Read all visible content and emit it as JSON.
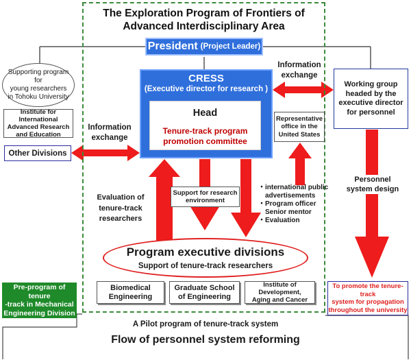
{
  "title_line1": "The Exploration Program of Frontiers of",
  "title_line2": "Advanced Interdisciplinary Area",
  "president": {
    "label": "President",
    "role": "(Project Leader)"
  },
  "cress": {
    "title": "CRESS",
    "subtitle": "(Executive director for research )"
  },
  "head": {
    "title": "Head",
    "committee_line1": "Tenure-track program",
    "committee_line2": "promotion committee"
  },
  "supporting_program": {
    "line1": "Supporting program for",
    "line2": "young researchers",
    "line3": "in Tohoku University"
  },
  "institute_ia": {
    "line1": "Institute for International",
    "line2": "Advanced Research",
    "line3": "and Education"
  },
  "other_divisions": "Other Divisions",
  "info_exchange": {
    "line1": "Information",
    "line2": "exchange"
  },
  "working_group": {
    "line1": "Working group",
    "line2": "headed by the",
    "line3": "executive director",
    "line4": "for personnel"
  },
  "rep_office": {
    "line1": "Representative",
    "line2": "office in the",
    "line3": "United States"
  },
  "support_research": {
    "line1": "Support for research",
    "line2": "environment"
  },
  "evaluation_label": {
    "line1": "Evaluation of",
    "line2": "tenure-track",
    "line3": "researchers"
  },
  "bullets": {
    "b1": "・international public",
    "b1b": "advertisements",
    "b2": "・Program officer",
    "b2b": "Senior mentor",
    "b3": "・Evaluation"
  },
  "personnel_design": {
    "line1": "Personnel",
    "line2": "system design"
  },
  "program_exec": {
    "title": "Program executive divisions",
    "subtitle": "Support of tenure-track researchers"
  },
  "divisions": {
    "bio": {
      "line1": "Biomedical",
      "line2": "Engineering"
    },
    "grad": {
      "line1": "Graduate School",
      "line2": "of Engineering"
    },
    "idac": {
      "line1": "Institute of Development,",
      "line2": "Aging and Cancer"
    }
  },
  "preprogram": {
    "line1": "Pre-program of tenure",
    "line2": "-track in Mechanical",
    "line3": "Engineering Division"
  },
  "promote": {
    "line1": "To promote the tenure-track",
    "line2": "system for propagation",
    "line3": "throughout the university"
  },
  "pilot": "A Pilot program of tenure-track system",
  "flow": "Flow of personnel system reforming",
  "colors": {
    "blue": "#2f6fdc",
    "red": "#e02020",
    "green_frame": "#3a8a3a",
    "green_box": "#1f8a2a"
  }
}
